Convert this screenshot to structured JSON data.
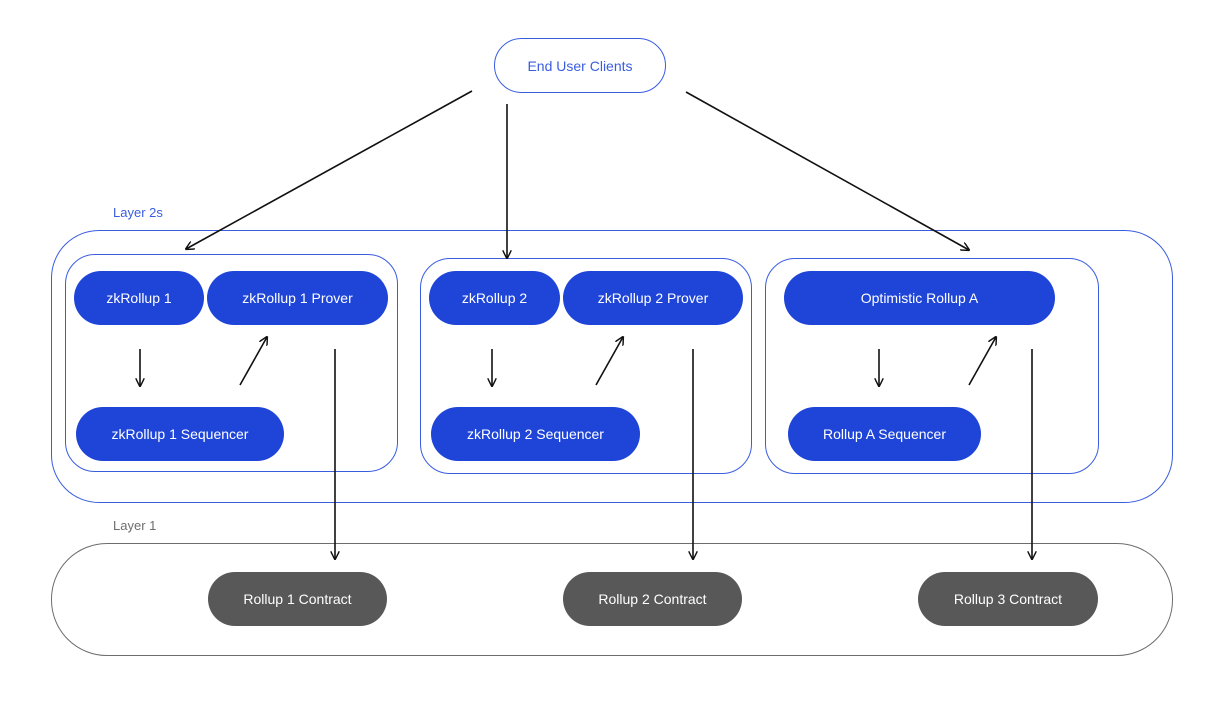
{
  "colors": {
    "accent": "#1f45d8",
    "outline": "#3a5de0",
    "contract": "#585858",
    "layer1_border": "#6d6d6d"
  },
  "top_node": {
    "label": "End User Clients"
  },
  "layer2": {
    "label": "Layer 2s",
    "groups": [
      {
        "rollup": "zkRollup 1",
        "prover": "zkRollup 1 Prover",
        "sequencer": "zkRollup 1 Sequencer"
      },
      {
        "rollup": "zkRollup 2",
        "prover": "zkRollup 2 Prover",
        "sequencer": "zkRollup 2 Sequencer"
      },
      {
        "rollup": "Optimistic Rollup A",
        "sequencer": "Rollup A Sequencer"
      }
    ]
  },
  "layer1": {
    "label": "Layer 1",
    "contracts": [
      "Rollup 1 Contract",
      "Rollup 2 Contract",
      "Rollup 3 Contract"
    ]
  }
}
